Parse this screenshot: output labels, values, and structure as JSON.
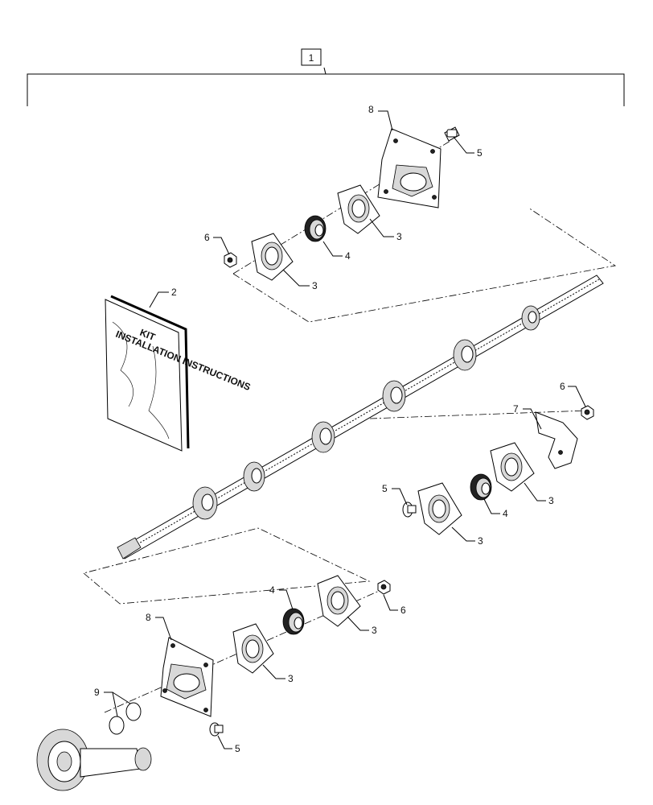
{
  "kit_number": "1",
  "callouts": {
    "c2": "2",
    "c3a": "3",
    "c3b": "3",
    "c3c": "3",
    "c3d": "3",
    "c3e": "3",
    "c3f": "3",
    "c4a": "4",
    "c4b": "4",
    "c4c": "4",
    "c5a": "5",
    "c5b": "5",
    "c5c": "5",
    "c6a": "6",
    "c6b": "6",
    "c6c": "6",
    "c7": "7",
    "c8a": "8",
    "c8b": "8",
    "c9": "9"
  },
  "manual": {
    "line1": "KIT",
    "line2": "INSTALLATION INSTRUCTIONS"
  }
}
